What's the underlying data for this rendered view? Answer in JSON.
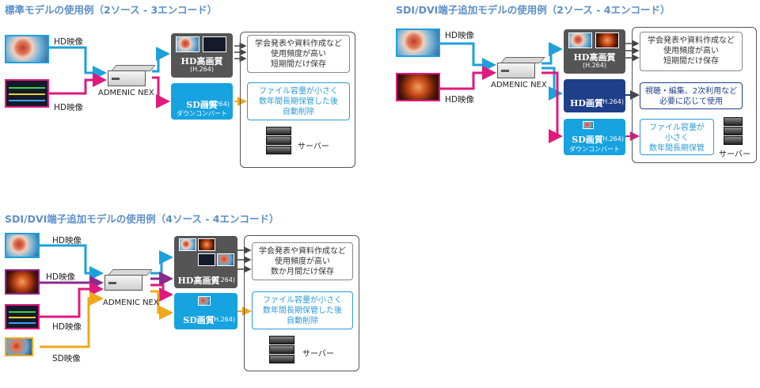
{
  "diagram1": {
    "title": "標準モデルの使用例（2ソース - 3エンコード）",
    "src1_label": "HD映像",
    "src2_label": "HD映像",
    "device_label": "ADMENIC NEX",
    "hd_box": {
      "quality": "HD高画質",
      "codec": "(H.264)"
    },
    "sd_box": {
      "quality": "SD画質",
      "codec": "(H.264)",
      "sub": "ダウンコンバート"
    },
    "hd_info": [
      "学会発表や資料作成など",
      "使用頻度が高い",
      "短期間だけ保存"
    ],
    "sd_info": [
      "ファイル容量が小さく",
      "数年間長期保管した後",
      "自動削除"
    ],
    "server_label": "サーバー"
  },
  "diagram2": {
    "title": "SDI/DVI端子追加モデルの使用例（2ソース - 4エンコード）",
    "src1_label": "HD映像",
    "src2_label": "HD映像",
    "device_label": "ADMENIC NEX",
    "hd_high_box": {
      "quality": "HD高画質",
      "codec": "(H.264)"
    },
    "hd_box": {
      "quality": "HD画質",
      "codec": "(H.264)"
    },
    "sd_box": {
      "quality": "SD画質",
      "codec": "(H.264)",
      "sub": "ダウンコンバート"
    },
    "hd_high_info": [
      "学会発表や資料作成など",
      "使用頻度が高い",
      "短期間だけ保存"
    ],
    "hd_info": [
      "視聴・編集、2次利用など",
      "必要に応じて使用"
    ],
    "sd_info": [
      "ファイル容量が",
      "小さく",
      "数年間長期保管"
    ],
    "server_label": "サーバー"
  },
  "diagram3": {
    "title": "SDI/DVI端子追加モデルの使用例（4ソース - 4エンコード）",
    "src1_label": "HD映像",
    "src2_label": "HD映像",
    "src3_label": "HD映像",
    "src4_label": "SD映像",
    "device_label": "ADMENIC NEX",
    "hd_box": {
      "quality": "HD高画質",
      "codec": "(H.264)"
    },
    "sd_box": {
      "quality": "SD画質",
      "codec": "(H.264)"
    },
    "hd_info": [
      "学会発表や資料作成など",
      "使用頻度が高い",
      "数か月間だけ保存"
    ],
    "sd_info": [
      "ファイル容量が小さく",
      "数年間長期保管した後",
      "自動削除"
    ],
    "server_label": "サーバー"
  },
  "colors": {
    "cyan": "#1ea0dc",
    "magenta": "#e0197d",
    "purple": "#8a2a8a",
    "orange": "#f0a818",
    "gray_arrow": "#444444"
  }
}
